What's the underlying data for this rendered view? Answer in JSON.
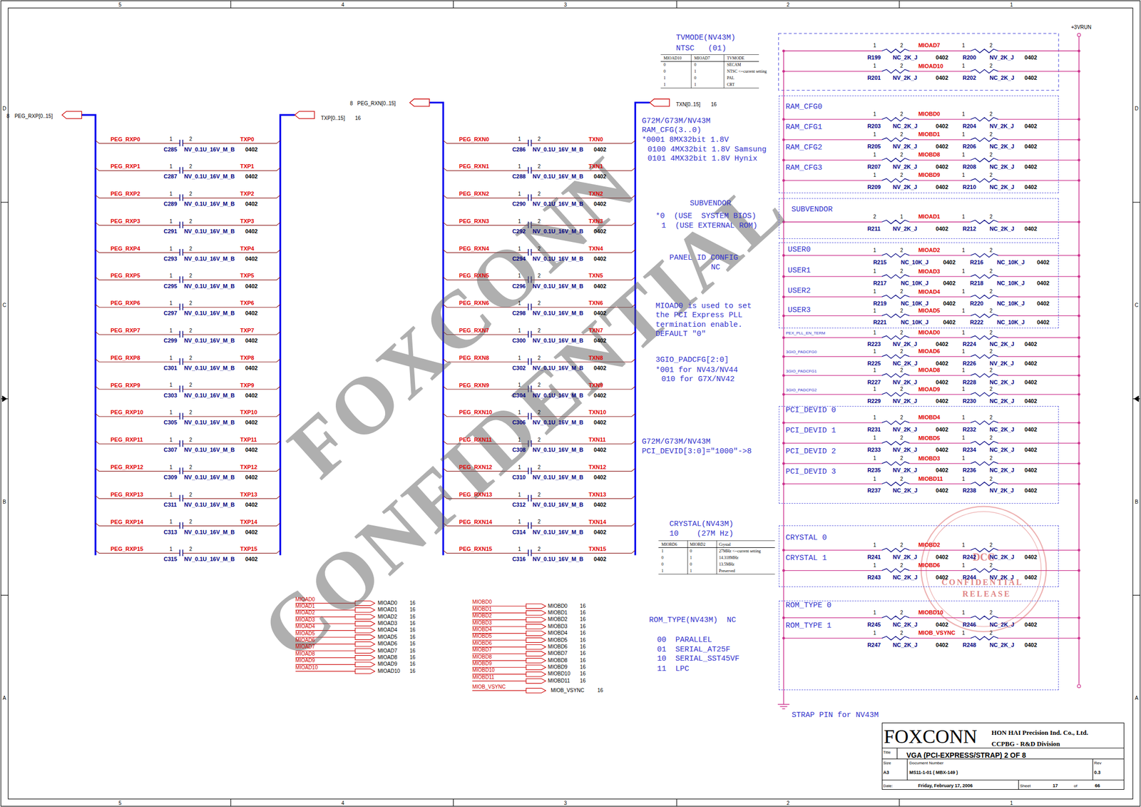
{
  "diagram": {
    "nodes": [
      {
        "text": [
          "RAM_CFG0",
          "RAM_CFG1",
          "RAM_CFG2",
          "RAM_CFG3"
        ]
      },
      {
        "text": [
          "SUBVENDOR"
        ]
      },
      {
        "text": [
          "USER0",
          "USER1",
          "USER2",
          "USER3"
        ]
      },
      {
        "text": [
          "PCI_DEVID 0",
          "PCI_DEVID 1",
          "PCI_DEVID 2",
          "PCI_DEVID 3"
        ]
      },
      {
        "text": [
          "CRYSTAL 0",
          "CRYSTAL 1"
        ]
      },
      {
        "text": [
          "ROM_TYPE 0",
          "ROM_TYPE 1"
        ]
      },
      {
        "text": [
          "FOXCONN",
          "HON HAI Precision Ind. Co., Ltd.",
          "CCPBG - R&D Division",
          "Title",
          "VGA (PCI-EXPRESS/STRAP) 2 OF 8",
          "Size",
          "A3",
          "Document Number",
          "MS11-1-01 ( MBX-149 )",
          "Rev",
          "0.3",
          "Date:",
          "Friday, February 17, 2006",
          "Sheet",
          "17",
          "of",
          "66"
        ]
      }
    ],
    "labels": [
      "5",
      "4",
      "3",
      "2",
      "1",
      "5",
      "4",
      "3",
      "2",
      "1",
      "D",
      "C",
      "B",
      "A",
      "D",
      "C",
      "B",
      "A",
      "FOXCONN",
      "CONFIDENTIAL",
      "DCC",
      "CONFIDENTIAL",
      "RELEASE",
      "8",
      "PEG_RXP[0..15]",
      "TXP[0..15]",
      "16",
      "PEG_RXP0",
      "1",
      "2",
      "TXP0",
      "C285",
      "NV_0.1U_16V_M_B",
      "0402",
      "PEG_RXP1",
      "1",
      "2",
      "TXP1",
      "C287",
      "NV_0.1U_16V_M_B",
      "0402",
      "PEG_RXP2",
      "1",
      "2",
      "TXP2",
      "C289",
      "NV_0.1U_16V_M_B",
      "0402",
      "PEG_RXP3",
      "1",
      "2",
      "TXP3",
      "C291",
      "NV_0.1U_16V_M_B",
      "0402",
      "PEG_RXP4",
      "1",
      "2",
      "TXP4",
      "C293",
      "NV_0.1U_16V_M_B",
      "0402",
      "PEG_RXP5",
      "1",
      "2",
      "TXP5",
      "C295",
      "NV_0.1U_16V_M_B",
      "0402",
      "PEG_RXP6",
      "1",
      "2",
      "TXP6",
      "C297",
      "NV_0.1U_16V_M_B",
      "0402",
      "PEG_RXP7",
      "1",
      "2",
      "TXP7",
      "C299",
      "NV_0.1U_16V_M_B",
      "0402",
      "PEG_RXP8",
      "1",
      "2",
      "TXP8",
      "C301",
      "NV_0.1U_16V_M_B",
      "0402",
      "PEG_RXP9",
      "1",
      "2",
      "TXP9",
      "C303",
      "NV_0.1U_16V_M_B",
      "0402",
      "PEG_RXP10",
      "1",
      "2",
      "TXP10",
      "C305",
      "NV_0.1U_16V_M_B",
      "0402",
      "PEG_RXP11",
      "1",
      "2",
      "TXP11",
      "C307",
      "NV_0.1U_16V_M_B",
      "0402",
      "PEG_RXP12",
      "1",
      "2",
      "TXP12",
      "C309",
      "NV_0.1U_16V_M_B",
      "0402",
      "PEG_RXP13",
      "1",
      "2",
      "TXP13",
      "C311",
      "NV_0.1U_16V_M_B",
      "0402",
      "PEG_RXP14",
      "1",
      "2",
      "TXP14",
      "C313",
      "NV_0.1U_16V_M_B",
      "0402",
      "PEG_RXP15",
      "1",
      "2",
      "TXP15",
      "C315",
      "NV_0.1U_16V_M_B",
      "0402",
      "8",
      "PEG_RXN[0..15]",
      "TXN[0..15]",
      "16",
      "PEG_RXN0",
      "1",
      "2",
      "TXN0",
      "C286",
      "NV_0.1U_16V_M_B",
      "0402",
      "PEG_RXN1",
      "1",
      "2",
      "TXN1",
      "C288",
      "NV_0.1U_16V_M_B",
      "0402",
      "PEG_RXN2",
      "1",
      "2",
      "TXN2",
      "C290",
      "NV_0.1U_16V_M_B",
      "0402",
      "PEG_RXN3",
      "1",
      "2",
      "TXN3",
      "C292",
      "NV_0.1U_16V_M_B",
      "0402",
      "PEG_RXN4",
      "1",
      "2",
      "TXN4",
      "C294",
      "NV_0.1U_16V_M_B",
      "0402",
      "PEG_RXN5",
      "1",
      "2",
      "TXN5",
      "C296",
      "NV_0.1U_16V_M_B",
      "0402",
      "PEG_RXN6",
      "1",
      "2",
      "TXN6",
      "C298",
      "NV_0.1U_16V_M_B",
      "0402",
      "PEG_RXN7",
      "1",
      "2",
      "TXN7",
      "C300",
      "NV_0.1U_16V_M_B",
      "0402",
      "PEG_RXN8",
      "1",
      "2",
      "TXN8",
      "C302",
      "NV_0.1U_16V_M_B",
      "0402",
      "PEG_RXN9",
      "1",
      "2",
      "TXN9",
      "C304",
      "NV_0.1U_16V_M_B",
      "0402",
      "PEG_RXN10",
      "1",
      "2",
      "TXN10",
      "C306",
      "NV_0.1U_16V_M_B",
      "0402",
      "PEG_RXN11",
      "1",
      "2",
      "TXN11",
      "C308",
      "NV_0.1U_16V_M_B",
      "0402",
      "PEG_RXN12",
      "1",
      "2",
      "TXN12",
      "C310",
      "NV_0.1U_16V_M_B",
      "0402",
      "PEG_RXN13",
      "1",
      "2",
      "TXN13",
      "C312",
      "NV_0.1U_16V_M_B",
      "0402",
      "PEG_RXN14",
      "1",
      "2",
      "TXN14",
      "C314",
      "NV_0.1U_16V_M_B",
      "0402",
      "PEG_RXN15",
      "1",
      "2",
      "TXN15",
      "C316",
      "NV_0.1U_16V_M_B",
      "0402",
      "MIOAD0",
      "MIOAD0",
      "16",
      "MIOAD1",
      "MIOAD1",
      "16",
      "MIOAD2",
      "MIOAD2",
      "16",
      "MIOAD3",
      "MIOAD3",
      "16",
      "MIOAD4",
      "MIOAD4",
      "16",
      "MIOAD5",
      "MIOAD5",
      "16",
      "MIOAD6",
      "MIOAD6",
      "16",
      "MIOAD7",
      "MIOAD7",
      "16",
      "MIOAD8",
      "MIOAD8",
      "16",
      "MIOAD9",
      "MIOAD9",
      "16",
      "MIOAD10",
      "MIOAD10",
      "16",
      "MIOBD0",
      "MIOBD0",
      "16",
      "MIOBD1",
      "MIOBD1",
      "16",
      "MIOBD2",
      "MIOBD2",
      "16",
      "MIOBD3",
      "MIOBD3",
      "16",
      "MIOBD4",
      "MIOBD4",
      "16",
      "MIOBD5",
      "MIOBD5",
      "16",
      "MIOBD6",
      "MIOBD6",
      "16",
      "MIOBD7",
      "MIOBD7",
      "16",
      "MIOBD8",
      "MIOBD8",
      "16",
      "MIOBD9",
      "MIOBD9",
      "16",
      "MIOBD10",
      "MIOBD10",
      "16",
      "MIOBD11",
      "MIOBD11",
      "16",
      "MIOB_VSYNC",
      "MIOB_VSYNC",
      "16",
      "TVMODE(NV43M)",
      "NTSC   (01)",
      "MIOAD10",
      "MIOAD7",
      "TVMODE",
      "0",
      "0",
      "SECAM",
      "0",
      "1",
      "NTSC <--current setting",
      "1",
      "0",
      "PAL",
      "1",
      "1",
      "CRT",
      "G72M/G73M/NV43M",
      "RAM_CFG(3..0)",
      "*0001 8MX32bit 1.8V",
      "0100 4MX32bit 1.8V Samsung",
      "0101 4MX32bit 1.8V Hynix",
      "SUBVENDOR",
      "*0  (USE  SYSTEM BIOS)",
      "1  (USE EXTERNAL ROM)",
      "PANEL ID CONFIG",
      "NC",
      "MIOAD0 is used to set",
      "the PCI Express PLL",
      "termination enable.",
      "DEFAULT \"0\"",
      "3GIO_PADCFG[2:0]",
      "*001 for NV43/NV44",
      "010 for G7X/NV42",
      "G72M/G73M/NV43M",
      "PCI_DEVID[3:0]=\"1000\"->8",
      "CRYSTAL(NV43M)",
      "10    (27M Hz)",
      "MIOBD6",
      "MIOBD2",
      "Crystal",
      "1",
      "0",
      "27MHz <--current setting",
      "0",
      "1",
      "14.318MHz",
      "0",
      "0",
      "13.5MHz",
      "1",
      "1",
      "Preserved",
      "ROM_TYPE(NV43M)  NC",
      "00  PARALLEL",
      "01  SERIAL_AT25F",
      "10  SERIAL_SST45VF",
      "11  LPC",
      "+3VRUN",
      "STRAP PIN for NV43M",
      "PEX_PLL_EN_TERM",
      "3GIO_PADCFG0",
      "3GIO_PADCFG1",
      "3GIO_PADCFG2",
      "1",
      "2",
      "MIOAD7",
      "1",
      "2",
      "R199",
      "NC_2K_J",
      "0402",
      "R200",
      "NV_2K_J",
      "0402",
      "1",
      "2",
      "MIOAD10",
      "1",
      "2",
      "R201",
      "NV_2K_J",
      "0402",
      "R202",
      "NC_2K_J",
      "0402",
      "1",
      "2",
      "MIOBD0",
      "1",
      "2",
      "R203",
      "NC_2K_J",
      "0402",
      "R204",
      "NV_2K_J",
      "0402",
      "1",
      "2",
      "MIOBD1",
      "1",
      "2",
      "R205",
      "NV_2K_J",
      "0402",
      "R206",
      "NC_2K_J",
      "0402",
      "1",
      "2",
      "MIOBD8",
      "1",
      "2",
      "R207",
      "NV_2K_J",
      "0402",
      "R208",
      "NC_2K_J",
      "0402",
      "1",
      "2",
      "MIOBD9",
      "1",
      "2",
      "R209",
      "NV_2K_J",
      "0402",
      "R210",
      "NC_2K_J",
      "0402",
      "2",
      "1",
      "MIOAD1",
      "1",
      "2",
      "R211",
      "NV_2K_J",
      "0402",
      "R212",
      "NC_2K_J",
      "0402",
      "1",
      "2",
      "MIOAD2",
      "1",
      "2",
      "R215",
      "NC_10K_J",
      "0402",
      "R216",
      "NC_10K_J",
      "0402",
      "1",
      "2",
      "MIOAD3",
      "1",
      "2",
      "R217",
      "NC_10K_J",
      "0402",
      "R218",
      "NC_10K_J",
      "0402",
      "1",
      "2",
      "MIOAD4",
      "1",
      "2",
      "R219",
      "NC_10K_J",
      "0402",
      "R220",
      "NC_10K_J",
      "0402",
      "1",
      "2",
      "MIOAD5",
      "1",
      "2",
      "R221",
      "NC_10K_J",
      "0402",
      "R222",
      "NC_10K_J",
      "0402",
      "1",
      "2",
      "MIOAD0",
      "1",
      "2",
      "R223",
      "NV_2K_J",
      "0402",
      "R224",
      "NC_2K_J",
      "0402",
      "1",
      "2",
      "MIOAD6",
      "1",
      "2",
      "R225",
      "NC_2K_J",
      "0402",
      "R226",
      "NV_2K_J",
      "0402",
      "1",
      "2",
      "MIOAD8",
      "1",
      "2",
      "R227",
      "NV_2K_J",
      "0402",
      "R228",
      "NC_2K_J",
      "0402",
      "1",
      "2",
      "MIOAD9",
      "1",
      "2",
      "R229",
      "NV_2K_J",
      "0402",
      "R230",
      "NC_2K_J",
      "0402",
      "1",
      "2",
      "MIOBD4",
      "1",
      "2",
      "R231",
      "NV_2K_J",
      "0402",
      "R232",
      "NC_2K_J",
      "0402",
      "1",
      "2",
      "MIOBD5",
      "1",
      "2",
      "R233",
      "NV_2K_J",
      "0402",
      "R234",
      "NC_2K_J",
      "0402",
      "1",
      "2",
      "MIOBD3",
      "1",
      "2",
      "R235",
      "NV_2K_J",
      "0402",
      "R236",
      "NC_2K_J",
      "0402",
      "1",
      "2",
      "MIOBD11",
      "1",
      "2",
      "R237",
      "NC_2K_J",
      "0402",
      "R238",
      "NV_2K_J",
      "0402",
      "1",
      "2",
      "MIOBD2",
      "1",
      "2",
      "R241",
      "NV_2K_J",
      "0402",
      "R242",
      "NC_2K_J",
      "0402",
      "1",
      "2",
      "MIOBD6",
      "1",
      "2",
      "R243",
      "NC_2K_J",
      "0402",
      "R244",
      "NV_2K_J",
      "0402",
      "1",
      "2",
      "MIOBD10",
      "1",
      "2",
      "R245",
      "NC_2K_J",
      "0402",
      "R246",
      "NC_2K_J",
      "0402",
      "1",
      "2",
      "MIOB_VSYNC",
      "1",
      "2",
      "R247",
      "NC_2K_J",
      "0402",
      "R248",
      "NC_2K_J",
      "0402"
    ]
  }
}
